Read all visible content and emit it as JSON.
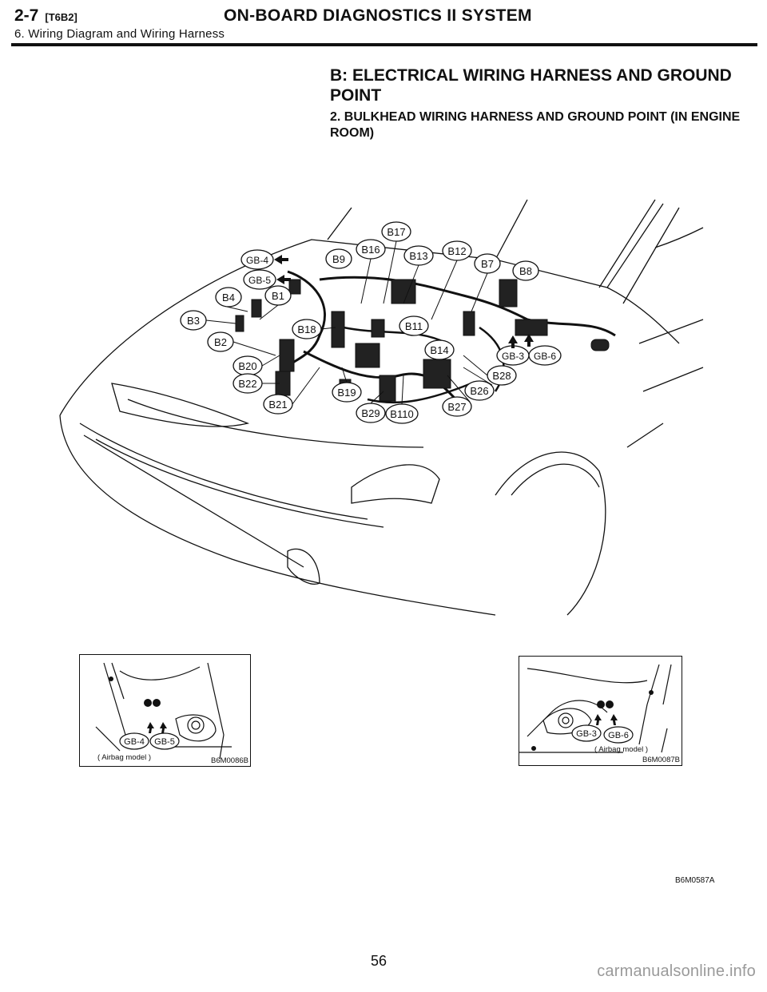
{
  "header": {
    "section": "2-7",
    "code": "[T6B2]",
    "title": "ON-BOARD DIAGNOSTICS II SYSTEM",
    "subtitle": "6. Wiring Diagram and Wiring Harness"
  },
  "heading": {
    "main": "B: ELECTRICAL WIRING HARNESS AND GROUND POINT",
    "sub": "2. BULKHEAD WIRING HARNESS AND GROUND POINT (IN ENGINE ROOM)"
  },
  "diagram": {
    "connectors": [
      "B17",
      "B16",
      "B9",
      "B13",
      "B12",
      "B7",
      "B8",
      "B4",
      "B1",
      "B3",
      "B2",
      "B18",
      "B11",
      "B14",
      "B20",
      "B22",
      "B21",
      "B19",
      "B29",
      "B110",
      "B27",
      "B26",
      "B28"
    ],
    "grounds": [
      "GB-4",
      "GB-5",
      "GB-3",
      "GB-6"
    ],
    "figure_code": "B6M0587A"
  },
  "insets": {
    "left": {
      "labels": [
        "GB-4",
        "GB-5"
      ],
      "note": "( Airbag model )",
      "code": "B6M0086B"
    },
    "right": {
      "labels": [
        "GB-3",
        "GB-6"
      ],
      "note": "( Airbag model )",
      "code": "B6M0087B"
    }
  },
  "page_number": "56",
  "watermark": "carmanualsonline.info"
}
